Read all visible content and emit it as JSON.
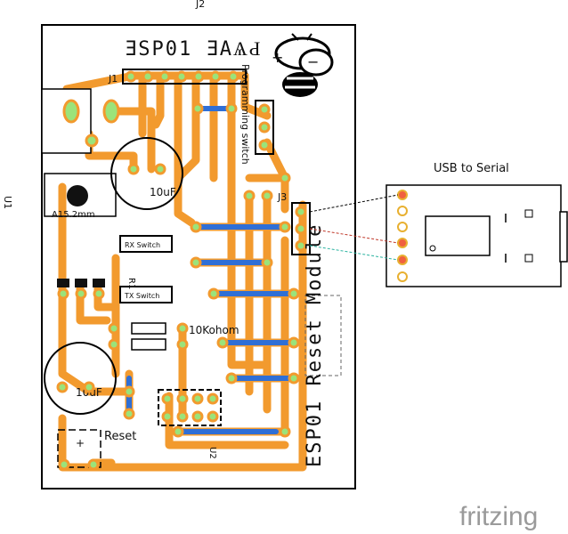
{
  "labels": {
    "j2": "J2",
    "u1": "U1",
    "j1": "J1",
    "j3": "J3",
    "u2": "U2",
    "r1": "R1",
    "board_top": "ƎSP01 ƎAѦԀ",
    "board_mirror": "ESP01 Reset Module",
    "prog_switch": "Programming switch",
    "cap1": "10uF",
    "cap2": "10uF",
    "reg": "A15.2mm",
    "rx_switch": "RX Switch",
    "tx_switch": "TX Switch",
    "resistor": "10Kohom",
    "reset": "Reset",
    "usb_title": "USB to Serial",
    "brand": "fritzing"
  }
}
